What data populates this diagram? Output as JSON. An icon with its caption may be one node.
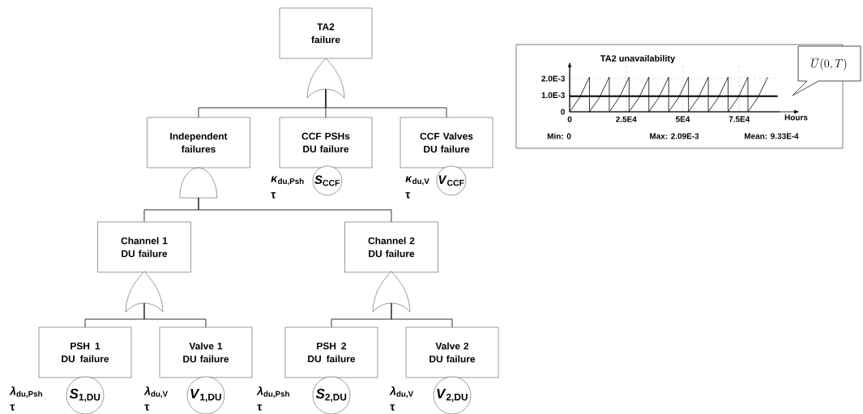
{
  "diagram": {
    "nodes": [
      {
        "text": [
          "TA2 failure"
        ]
      },
      {
        "text": [],
        "shape": "gate"
      },
      {
        "text": [
          "Independent failures"
        ]
      },
      {
        "text": [
          "CCF PSHs DU failure"
        ]
      },
      {
        "text": [
          "CCF Valves DU failure"
        ]
      },
      {
        "text": [],
        "shape": "dome"
      },
      {
        "text": [
          "Channel 1 DU failure"
        ]
      },
      {
        "text": [
          "Channel 2 DU failure"
        ]
      },
      {
        "text": [],
        "shape": "gate"
      },
      {
        "text": [],
        "shape": "gate"
      },
      {
        "text": [
          "PSH 1 DU failure"
        ]
      },
      {
        "text": [
          "Valve 1 DU failure"
        ]
      },
      {
        "text": [
          "PSH 2 DU failure"
        ]
      },
      {
        "text": [
          "Valve 2 DU failure"
        ]
      },
      {
        "text": [
          "*S*$_{CCF}$"
        ],
        "beside": [
          "*κ*$_{du,Psh}$",
          "τ"
        ]
      },
      {
        "text": [
          "*V*$_{CCF}$"
        ],
        "beside": [
          "*κ*$_{du,V}$",
          "τ"
        ]
      },
      {
        "text": [
          "*S*$_{1,DU}$"
        ],
        "beside": [
          "*λ*$_{du,Psh}$",
          "τ"
        ]
      },
      {
        "text": [
          "*V*$_{1,DU}$"
        ],
        "beside": [
          "*λ*$_{du,V}$",
          "τ"
        ]
      },
      {
        "text": [
          "*S*$_{2,DU}$"
        ],
        "beside": [
          "*λ*$_{du,Psh}$",
          "τ"
        ]
      },
      {
        "text": [
          "*V*$_{2,DU}$"
        ],
        "beside": [
          "*λ*$_{du,V}$",
          "τ"
        ]
      },
      {
        "text": [
          "\\overline{U}(0, T)"
        ]
      }
    ],
    "edges": [
      {
        "from": 1,
        "to": 2,
        "arrow": "none"
      },
      {
        "from": 1,
        "to": 3,
        "arrow": "none"
      },
      {
        "from": 1,
        "to": 4,
        "arrow": "none"
      },
      {
        "from": 5,
        "to": 6,
        "arrow": "none"
      },
      {
        "from": 5,
        "to": 7,
        "arrow": "none"
      },
      {
        "from": 8,
        "to": 10,
        "arrow": "none"
      },
      {
        "from": 8,
        "to": 11,
        "arrow": "none"
      },
      {
        "from": 9,
        "to": 12,
        "arrow": "none"
      },
      {
        "from": 9,
        "to": 13,
        "arrow": "none"
      }
    ],
    "labels": [
      "Min: 0",
      "Max: 2.09E-3",
      "Mean: 9.33E-4"
    ],
    "chart_data": {
      "type": "line",
      "grid": true,
      "title": "TA2 unavailability",
      "xlabel": "Hours",
      "x": [
        0,
        4380,
        8760,
        8760,
        13140,
        17520,
        17520,
        21900,
        26280,
        26280,
        30660,
        35040,
        35040,
        39420,
        43800,
        43800,
        48180,
        52560,
        52560,
        56940,
        61320,
        61320,
        65700,
        70080,
        70080,
        74460,
        78840,
        78840,
        83220,
        87600,
        92000
      ],
      "series": [
        {
          "color": "#000000",
          "values": [
            0,
            0.00085,
            0.00209,
            0,
            0.00085,
            0.00209,
            0,
            0.00085,
            0.00209,
            0,
            0.00085,
            0.00209,
            0,
            0.00085,
            0.00209,
            0,
            0.00085,
            0.00209,
            0,
            0.00085,
            0.00209,
            0,
            0.00085,
            0.00209,
            0,
            0.00085,
            0.00209,
            0,
            0.00085,
            0.00209,
            null
          ]
        },
        {
          "color": "#000000",
          "values": [
            0.000933,
            0.000933,
            0.000933,
            0.000933,
            0.000933,
            0.000933,
            0.000933,
            0.000933,
            0.000933,
            0.000933,
            0.000933,
            0.000933,
            0.000933,
            0.000933,
            0.000933,
            0.000933,
            0.000933,
            0.000933,
            0.000933,
            0.000933,
            0.000933,
            0.000933,
            0.000933,
            0.000933,
            0.000933,
            0.000933,
            0.000933,
            0.000933,
            0.000933,
            0.000933,
            0.000933
          ]
        }
      ],
      "xlim": [
        0,
        93000
      ],
      "ylim": [
        0,
        0.0028
      ],
      "xticks": [
        {
          "value": 0,
          "label": "0"
        },
        {
          "value": 25000,
          "label": "2.5E4"
        },
        {
          "value": 50000,
          "label": "5E4"
        },
        {
          "value": 75000,
          "label": "7.5E4"
        }
      ],
      "yticks": [
        {
          "value": 0,
          "label": "0"
        },
        {
          "value": 0.001,
          "label": "1.0E-3"
        },
        {
          "value": 0.002,
          "label": "2.0E-3"
        }
      ]
    }
  }
}
